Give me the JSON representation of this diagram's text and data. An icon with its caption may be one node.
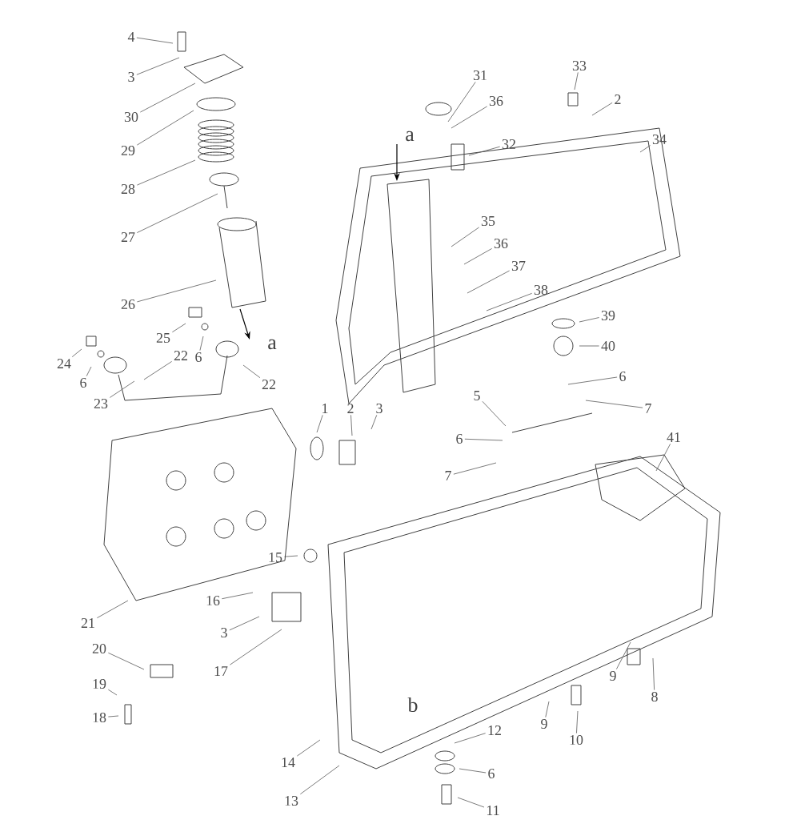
{
  "diagram": {
    "nodes": [
      {
        "text": [
          "4"
        ]
      },
      {
        "text": [
          "3"
        ]
      },
      {
        "text": [
          "30"
        ]
      },
      {
        "text": [
          "29"
        ]
      },
      {
        "text": [
          "28"
        ]
      },
      {
        "text": [
          "27"
        ]
      },
      {
        "text": [
          "26"
        ]
      },
      {
        "text": [
          "25"
        ]
      },
      {
        "text": [
          "6"
        ]
      },
      {
        "text": [
          "22"
        ]
      },
      {
        "text": [
          "24"
        ]
      },
      {
        "text": [
          "6"
        ]
      },
      {
        "text": [
          "23"
        ]
      },
      {
        "text": [
          "22"
        ]
      },
      {
        "text": [
          "1"
        ]
      },
      {
        "text": [
          "2"
        ]
      },
      {
        "text": [
          "3"
        ]
      },
      {
        "text": [
          "31"
        ]
      },
      {
        "text": [
          "36"
        ]
      },
      {
        "text": [
          "32"
        ]
      },
      {
        "text": [
          "33"
        ]
      },
      {
        "text": [
          "2"
        ]
      },
      {
        "text": [
          "34"
        ]
      },
      {
        "text": [
          "35"
        ]
      },
      {
        "text": [
          "36"
        ]
      },
      {
        "text": [
          "37"
        ]
      },
      {
        "text": [
          "38"
        ]
      },
      {
        "text": [
          "39"
        ]
      },
      {
        "text": [
          "40"
        ]
      },
      {
        "text": [
          "6"
        ]
      },
      {
        "text": [
          "7"
        ]
      },
      {
        "text": [
          "5"
        ]
      },
      {
        "text": [
          "6"
        ]
      },
      {
        "text": [
          "7"
        ]
      },
      {
        "text": [
          "41"
        ]
      },
      {
        "text": [
          "15"
        ]
      },
      {
        "text": [
          "16"
        ]
      },
      {
        "text": [
          "3"
        ]
      },
      {
        "text": [
          "17"
        ]
      },
      {
        "text": [
          "21"
        ]
      },
      {
        "text": [
          "20"
        ]
      },
      {
        "text": [
          "19"
        ]
      },
      {
        "text": [
          "18"
        ]
      },
      {
        "text": [
          "14"
        ]
      },
      {
        "text": [
          "13"
        ]
      },
      {
        "text": [
          "9"
        ]
      },
      {
        "text": [
          "8"
        ]
      },
      {
        "text": [
          "9"
        ]
      },
      {
        "text": [
          "10"
        ]
      },
      {
        "text": [
          "12"
        ]
      },
      {
        "text": [
          "6"
        ]
      },
      {
        "text": [
          "11"
        ]
      }
    ],
    "edges": [
      {
        "from": 0,
        "to": null,
        "arrow": "none"
      },
      {
        "from": 1,
        "to": null,
        "arrow": "none"
      },
      {
        "from": 2,
        "to": null,
        "arrow": "none"
      },
      {
        "from": 3,
        "to": null,
        "arrow": "none"
      },
      {
        "from": 4,
        "to": null,
        "arrow": "none"
      },
      {
        "from": 5,
        "to": null,
        "arrow": "none"
      },
      {
        "from": 6,
        "to": null,
        "arrow": "none"
      },
      {
        "from": 7,
        "to": null,
        "arrow": "none"
      },
      {
        "from": 8,
        "to": null,
        "arrow": "none"
      },
      {
        "from": 9,
        "to": null,
        "arrow": "none"
      },
      {
        "from": 10,
        "to": null,
        "arrow": "none"
      },
      {
        "from": 11,
        "to": null,
        "arrow": "none"
      },
      {
        "from": 12,
        "to": null,
        "arrow": "none"
      },
      {
        "from": 13,
        "to": null,
        "arrow": "none"
      },
      {
        "from": 14,
        "to": null,
        "arrow": "none"
      },
      {
        "from": 15,
        "to": null,
        "arrow": "none"
      },
      {
        "from": 16,
        "to": null,
        "arrow": "none"
      },
      {
        "from": 17,
        "to": null,
        "arrow": "none"
      },
      {
        "from": 18,
        "to": null,
        "arrow": "none"
      },
      {
        "from": 19,
        "to": null,
        "arrow": "none"
      },
      {
        "from": 20,
        "to": null,
        "arrow": "none"
      },
      {
        "from": 21,
        "to": null,
        "arrow": "none"
      },
      {
        "from": 22,
        "to": null,
        "arrow": "none"
      },
      {
        "from": 23,
        "to": null,
        "arrow": "none"
      },
      {
        "from": 24,
        "to": null,
        "arrow": "none"
      },
      {
        "from": 25,
        "to": null,
        "arrow": "none"
      },
      {
        "from": 26,
        "to": null,
        "arrow": "none"
      },
      {
        "from": 27,
        "to": null,
        "arrow": "none"
      },
      {
        "from": 28,
        "to": null,
        "arrow": "none"
      },
      {
        "from": 29,
        "to": null,
        "arrow": "none"
      },
      {
        "from": 30,
        "to": null,
        "arrow": "none"
      },
      {
        "from": 31,
        "to": null,
        "arrow": "none"
      },
      {
        "from": 32,
        "to": null,
        "arrow": "none"
      },
      {
        "from": 33,
        "to": null,
        "arrow": "none"
      },
      {
        "from": 34,
        "to": null,
        "arrow": "none"
      },
      {
        "from": 35,
        "to": null,
        "arrow": "none"
      },
      {
        "from": 36,
        "to": null,
        "arrow": "none"
      },
      {
        "from": 37,
        "to": null,
        "arrow": "none"
      },
      {
        "from": 38,
        "to": null,
        "arrow": "none"
      },
      {
        "from": 39,
        "to": null,
        "arrow": "none"
      },
      {
        "from": 40,
        "to": null,
        "arrow": "none"
      },
      {
        "from": 41,
        "to": null,
        "arrow": "none"
      },
      {
        "from": 42,
        "to": null,
        "arrow": "none"
      },
      {
        "from": 43,
        "to": null,
        "arrow": "none"
      },
      {
        "from": 44,
        "to": null,
        "arrow": "none"
      },
      {
        "from": 45,
        "to": null,
        "arrow": "none"
      },
      {
        "from": 46,
        "to": null,
        "arrow": "none"
      },
      {
        "from": 47,
        "to": null,
        "arrow": "none"
      },
      {
        "from": 48,
        "to": null,
        "arrow": "none"
      },
      {
        "from": 49,
        "to": null,
        "arrow": "none"
      },
      {
        "from": 50,
        "to": null,
        "arrow": "none"
      },
      {
        "from": 51,
        "to": null,
        "arrow": "none"
      }
    ],
    "labels": [
      "a",
      "a",
      "b"
    ]
  }
}
